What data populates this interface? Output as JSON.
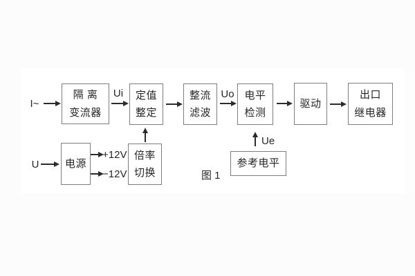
{
  "figure": {
    "caption": "图 1"
  },
  "signals": {
    "current_input": "I~",
    "voltage_input": "U",
    "ui": "Ui",
    "uo": "Uo",
    "ue": "Ue",
    "plus_12v": "+12V",
    "minus_12v": "−12V"
  },
  "blocks": {
    "isolation": {
      "line1": "隔 离",
      "line2": "变流器"
    },
    "setpoint": {
      "line1": "定值",
      "line2": "整定"
    },
    "rectifier": {
      "line1": "整流",
      "line2": "滤波"
    },
    "level_detect": {
      "line1": "电平",
      "line2": "检测"
    },
    "drive": {
      "line1": "驱动"
    },
    "output_relay": {
      "line1": "出口",
      "line2": "继电器"
    },
    "power": {
      "line1": "电源"
    },
    "ratio_switch": {
      "line1": "倍率",
      "line2": "切换"
    },
    "reference_level": {
      "line1": "参考电平"
    }
  }
}
